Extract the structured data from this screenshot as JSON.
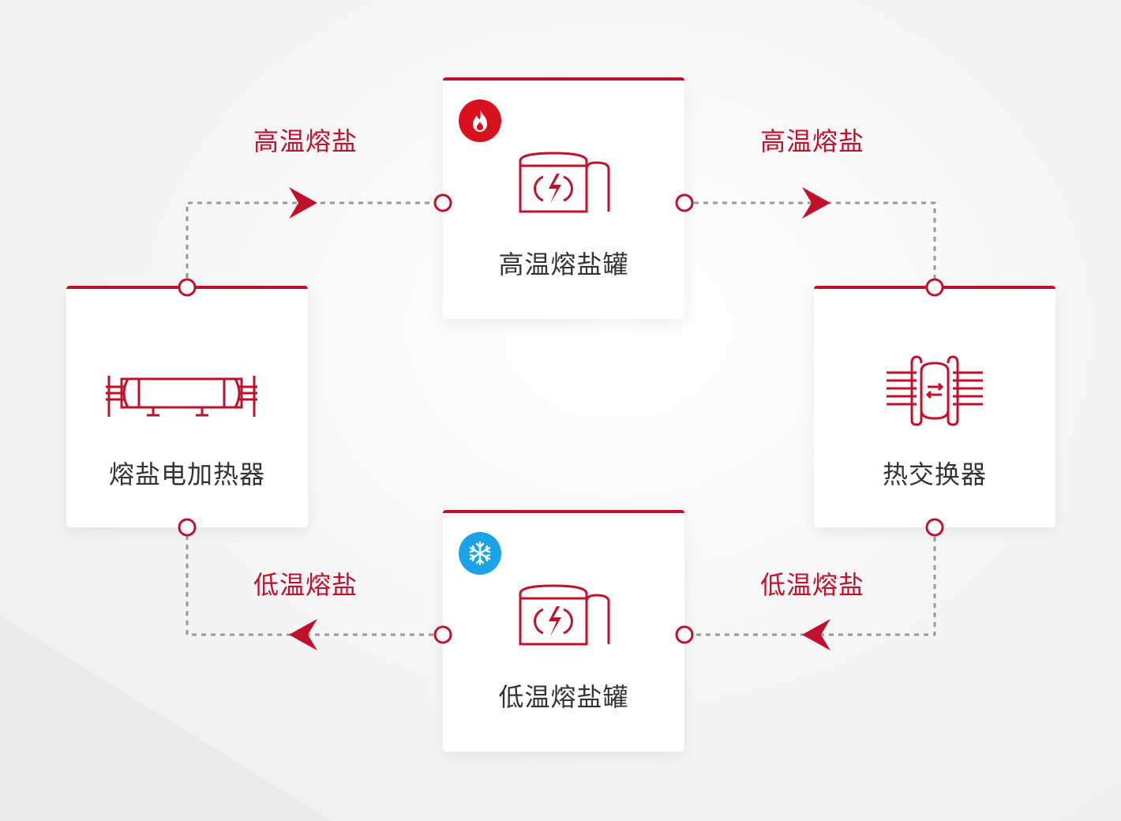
{
  "colors": {
    "accent": "#c0102b",
    "hot_badge": "#d9101e",
    "cold_badge": "#1aa3e6",
    "label_text": "#333333",
    "connector": "#999999"
  },
  "nodes": {
    "hot_tank": {
      "label": "高温熔盐罐",
      "icon": "storage-tank-icon",
      "badge": "flame-icon"
    },
    "cold_tank": {
      "label": "低温熔盐罐",
      "icon": "storage-tank-icon",
      "badge": "snowflake-icon"
    },
    "heater": {
      "label": "熔盐电加热器",
      "icon": "electric-heater-icon"
    },
    "exchanger": {
      "label": "热交换器",
      "icon": "heat-exchanger-icon"
    }
  },
  "flows": {
    "heater_to_hot_tank": "高温熔盐",
    "hot_tank_to_exchanger": "高温熔盐",
    "exchanger_to_cold_tank": "低温熔盐",
    "cold_tank_to_heater": "低温熔盐"
  }
}
